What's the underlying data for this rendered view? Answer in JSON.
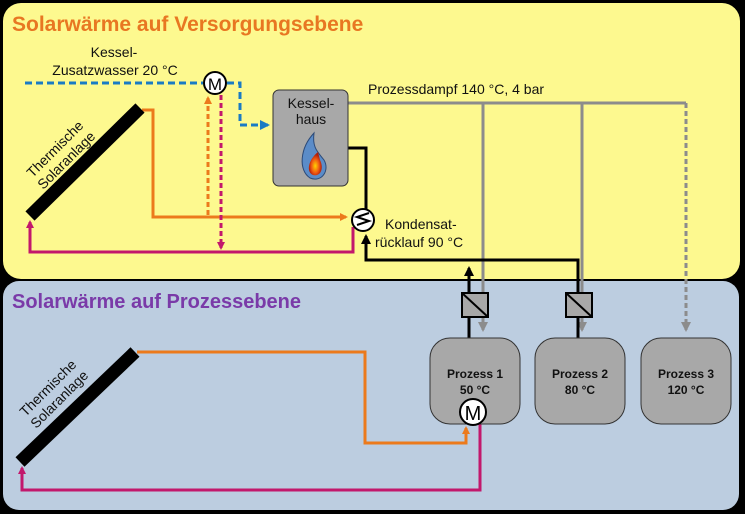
{
  "top_section": {
    "title": "Solarwärme auf Versorgungsebene",
    "collector_label_1": "Thermische",
    "collector_label_2": "Solaranlage",
    "makeup_water_label_1": "Kessel-",
    "makeup_water_label_2": "Zusatzwasser 20 °C",
    "boiler_label_1": "Kessel-",
    "boiler_label_2": "haus",
    "steam_label": "Prozessdampf 140 °C, 4 bar",
    "condensate_label_1": "Kondensat-",
    "condensate_label_2": "rücklauf 90 °C",
    "mixer_symbol": "M"
  },
  "bottom_section": {
    "title": "Solarwärme auf Prozessebene",
    "collector_label_1": "Thermische",
    "collector_label_2": "Solaranlage",
    "processes": [
      {
        "name": "Prozess 1",
        "temp": "50 °C"
      },
      {
        "name": "Prozess 2",
        "temp": "80 °C"
      },
      {
        "name": "Prozess 3",
        "temp": "120 °C"
      }
    ],
    "mixer_symbol": "M"
  },
  "colors": {
    "top_bg": "#fdf98f",
    "bottom_bg": "#bccde0",
    "title_top": "#e87722",
    "title_bottom": "#7a3aa8",
    "supply": "#ec7a1c",
    "return": "#c2186c",
    "water": "#1a7bc4",
    "steam": "#8c8c8c",
    "condensate": "#000000"
  }
}
